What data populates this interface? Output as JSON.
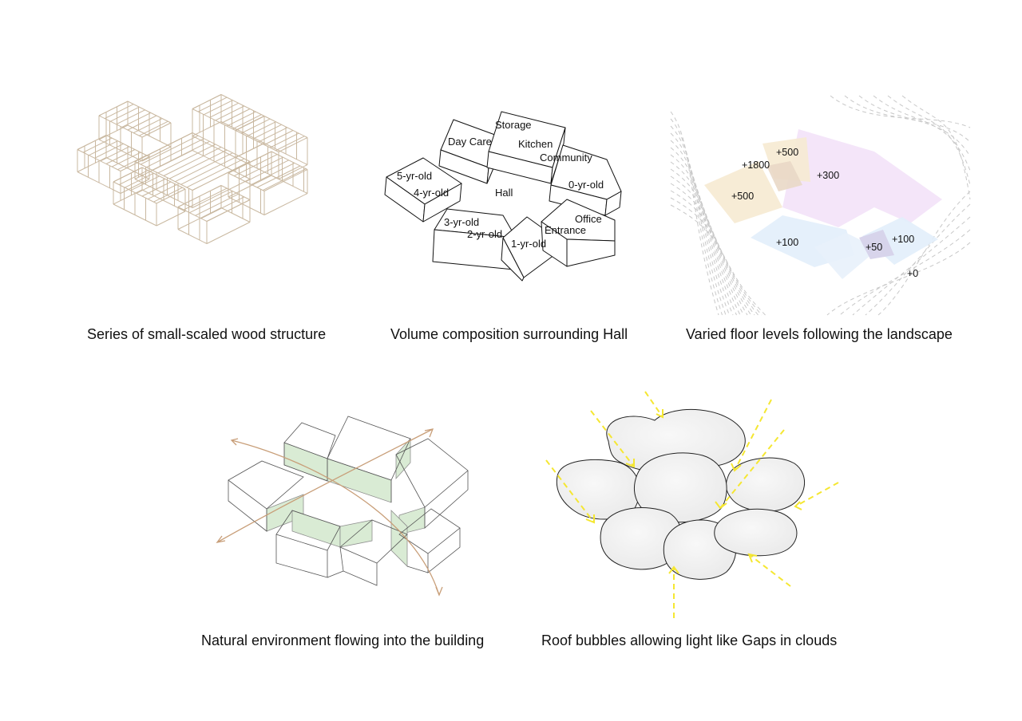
{
  "captions": {
    "wood": "Series of small-scaled wood structure",
    "volume": "Volume composition surrounding Hall",
    "levels": "Varied floor levels following the landscape",
    "nature": "Natural environment flowing into the building",
    "roof": "Roof bubbles allowing light like Gaps in clouds"
  },
  "volume_labels": {
    "storage": "Storage",
    "day_care": "Day Care",
    "kitchen": "Kitchen",
    "community": "Community",
    "five_yr": "5-yr-old",
    "four_yr": "4-yr-old",
    "hall": "Hall",
    "zero_yr": "0-yr-old",
    "office": "Office",
    "three_yr": "3-yr-old",
    "two_yr": "2-yr-old",
    "entrance": "Entrance",
    "one_yr": "1-yr-old"
  },
  "levels": {
    "l500a": "+500",
    "l1800": "+1800",
    "l300": "+300",
    "l500b": "+500",
    "l100a": "+100",
    "l50": "+50",
    "l100b": "+100",
    "l0": "+0"
  },
  "colors": {
    "wood": "#c9b8a0",
    "green_wall": "#d8ead2",
    "arrow_brown": "#c89e78",
    "level_yellow": "#f6ead2",
    "level_pink": "#f3e2f8",
    "level_blue": "#e2eefb",
    "level_purple": "#d6d2ea",
    "light_yellow": "#f5e732",
    "bubble_fill": "#f0f0f0"
  }
}
